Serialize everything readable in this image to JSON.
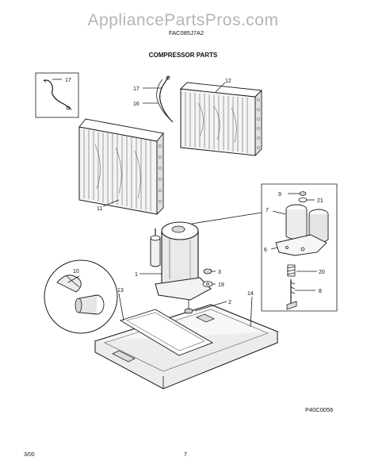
{
  "watermark": "AppliancePartsPros.com",
  "model_number": "FAC085J7A2",
  "section_title": "COMPRESSOR PARTS",
  "figure_code": "P40C0056",
  "footer_date": "3/00",
  "page_number": "7",
  "part_callouts": {
    "c1": "1",
    "c2": "2",
    "c3": "3",
    "c6": "6",
    "c7": "7",
    "c8": "8",
    "c9": "9",
    "c10": "10",
    "c11": "11",
    "c12": "12",
    "c13": "13",
    "c14": "14",
    "c16": "16",
    "c17a": "17",
    "c17b": "17",
    "c19": "19",
    "c20": "20",
    "c21": "21"
  }
}
